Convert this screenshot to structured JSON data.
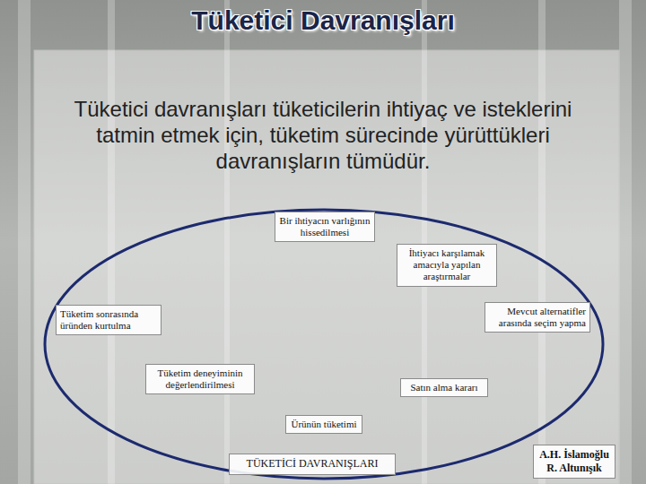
{
  "diagram": {
    "title": "Tüketici Davranışları",
    "nodes": [
      {
        "text": [
          "Bir ihtiyacın varlığının hissedilmesi"
        ]
      },
      {
        "text": [
          "İhtiyacı karşılamak amacıyla yapılan araştırmalar"
        ]
      },
      {
        "text": [
          "Mevcut alternatifler arasında seçim yapma"
        ]
      },
      {
        "text": [
          "Satın alma kararı"
        ]
      },
      {
        "text": [
          "Ürünün tüketimi"
        ]
      },
      {
        "text": [
          "Tüketim deneyiminin değerlendirilmesi"
        ]
      },
      {
        "text": [
          "Tüketim sonrasında üründen kurtulma"
        ]
      }
    ],
    "labels": [
      "Tüketici davranışları tüketicilerin ihtiyaç ve isteklerini tatmin etmek için, tüketim sürecinde yürüttükleri davranışların tümüdür.",
      "TÜKETİCİ DAVRANIŞLARI",
      "A.H. İslamoğlu R. Altunışık"
    ]
  }
}
